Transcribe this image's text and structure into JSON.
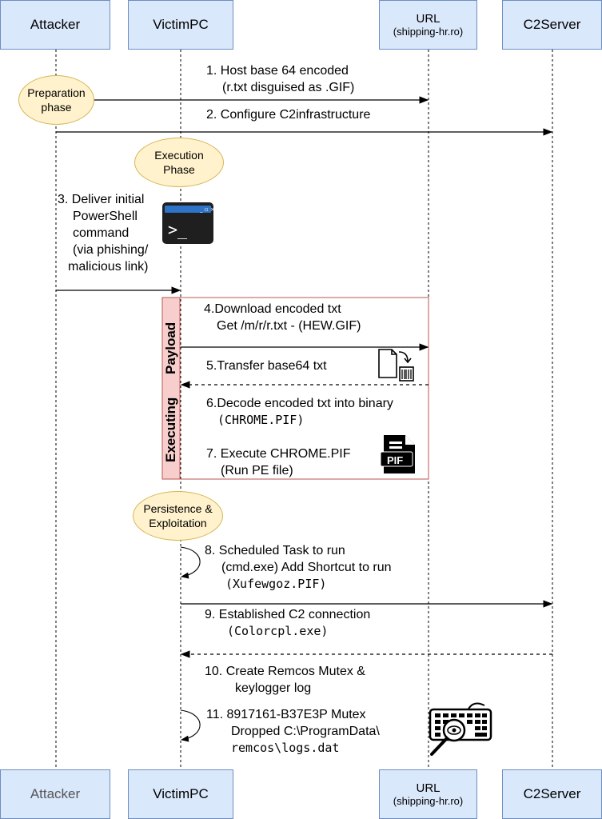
{
  "participants": {
    "attacker": "Attacker",
    "victim": "VictimPC",
    "url_name": "URL",
    "url_sub": "(shipping-hr.ro)",
    "c2": "C2Server"
  },
  "phases": {
    "preparation": [
      "Preparation",
      "phase"
    ],
    "execution": [
      "Execution",
      "Phase"
    ],
    "persistence": [
      "Persistence &",
      "Exploitation"
    ]
  },
  "group": {
    "label_payload": "Payload",
    "label_executing": "Executing"
  },
  "messages": {
    "m1": [
      "1. Host base 64 encoded",
      "(r.txt disguised as .GIF)"
    ],
    "m2": [
      "2. Configure C2infrastructure"
    ],
    "m3": [
      "3. Deliver initial",
      "PowerShell",
      "command",
      "(via phishing/",
      "malicious link)"
    ],
    "m4": [
      "4.Download encoded txt",
      "Get /m/r/r.txt - (HEW.GIF)"
    ],
    "m5": [
      "5.Transfer base64 txt"
    ],
    "m6": [
      "6.Decode encoded txt  into binary",
      "(CHROME.PIF)"
    ],
    "m7": [
      "7. Execute CHROME.PIF",
      "(Run PE file)"
    ],
    "m8": [
      "8. Scheduled Task to run",
      "(cmd.exe) Add Shortcut to run",
      "(Xufewgoz.PIF)"
    ],
    "m9": [
      "9. Established C2 connection",
      "(Colorcpl.exe)"
    ],
    "m10": [
      "10. Create Remcos  Mutex &",
      "keylogger log"
    ],
    "m11": [
      "11. 8917161-B37E3P Mutex",
      "Dropped C:\\ProgramData\\",
      "remcos\\logs.dat"
    ]
  },
  "icons": {
    "terminal": "terminal-icon",
    "file_transfer": "file-transfer-icon",
    "pif_file": "pif-file-icon",
    "keylogger": "keyboard-magnifier-icon",
    "pif_label": "PIF"
  },
  "colors": {
    "participant_fill": "#dae8fc",
    "participant_border": "#6c8ebf",
    "phase_fill": "#fff2cc",
    "phase_border": "#d6b656",
    "group_fill": "#f8cecc",
    "group_border": "#b85450"
  }
}
